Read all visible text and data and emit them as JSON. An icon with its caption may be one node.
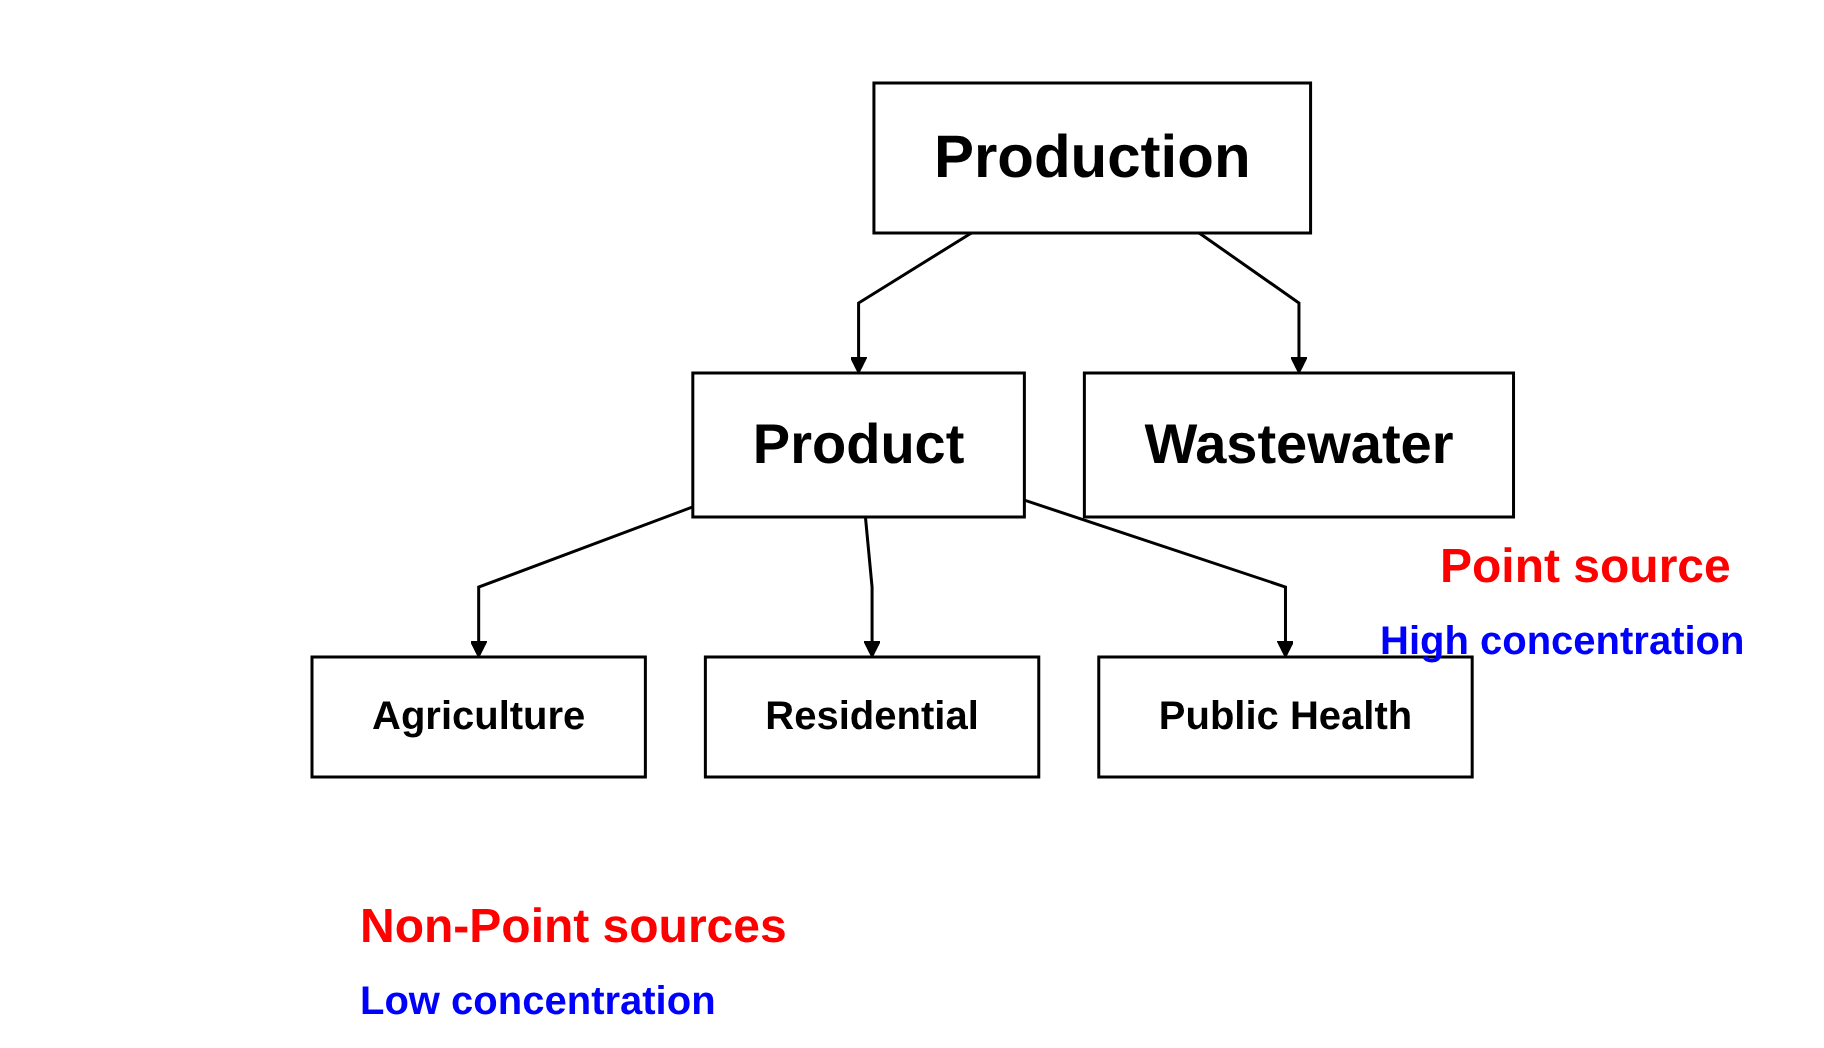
{
  "diagram": {
    "nodes": [
      {
        "text": [
          "Production"
        ]
      },
      {
        "text": [
          "Product"
        ]
      },
      {
        "text": [
          "Wastewater"
        ]
      },
      {
        "text": [
          "Agriculture"
        ]
      },
      {
        "text": [
          "Residential"
        ]
      },
      {
        "text": [
          "Public Health"
        ]
      }
    ],
    "edges": [
      {
        "from": 0,
        "to": 1,
        "arrow": "to"
      },
      {
        "from": 0,
        "to": 2,
        "arrow": "to"
      },
      {
        "from": 1,
        "to": 3,
        "arrow": "to"
      },
      {
        "from": 1,
        "to": 4,
        "arrow": "to"
      },
      {
        "from": 1,
        "to": 5,
        "arrow": "to"
      }
    ],
    "labels": [
      "Point source",
      "High concentration",
      "Non-Point sources",
      "Low concentration"
    ]
  }
}
